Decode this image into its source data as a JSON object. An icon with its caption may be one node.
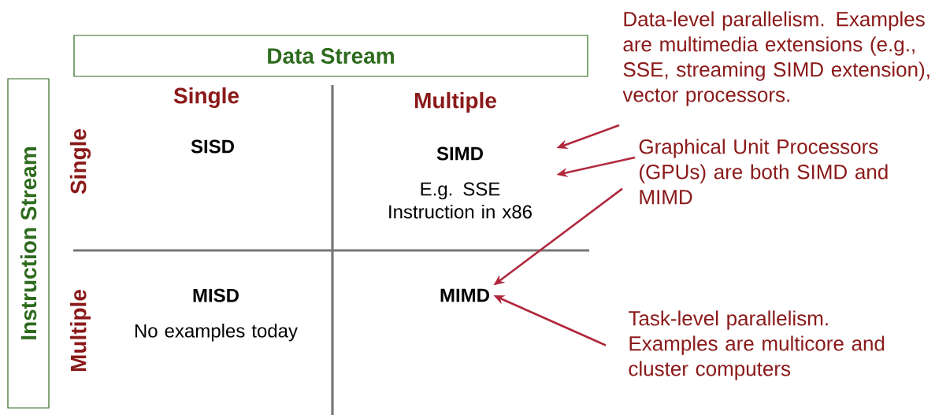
{
  "diagram": {
    "nodes": [
      {
        "text": [
          "Data Stream"
        ]
      },
      {
        "text": [
          "Instruction Stream"
        ]
      },
      {
        "text": [
          "SISD"
        ]
      },
      {
        "text": [
          "SIMD",
          "E.g. SSE Instruction in x86"
        ]
      },
      {
        "text": [
          "MISD",
          "No examples today"
        ]
      },
      {
        "text": [
          "MIMD"
        ]
      },
      {
        "text": [
          "Data-level parallelism. Examples are multimedia extensions (e.g., SSE, streaming SIMD extension), vector processors."
        ]
      },
      {
        "text": [
          "Graphical Unit Processors (GPUs) are both SIMD and MIMD"
        ]
      },
      {
        "text": [
          "Task-level parallelism. Examples are multicore and cluster computers"
        ]
      }
    ],
    "edges": [
      {
        "from": 6,
        "to": 3,
        "arrow": "to"
      },
      {
        "from": 7,
        "to": 3,
        "arrow": "to"
      },
      {
        "from": 7,
        "to": 5,
        "arrow": "to"
      },
      {
        "from": 8,
        "to": 5,
        "arrow": "to"
      }
    ],
    "labels": [
      "Single",
      "Multiple",
      "Single",
      "Multiple"
    ]
  }
}
